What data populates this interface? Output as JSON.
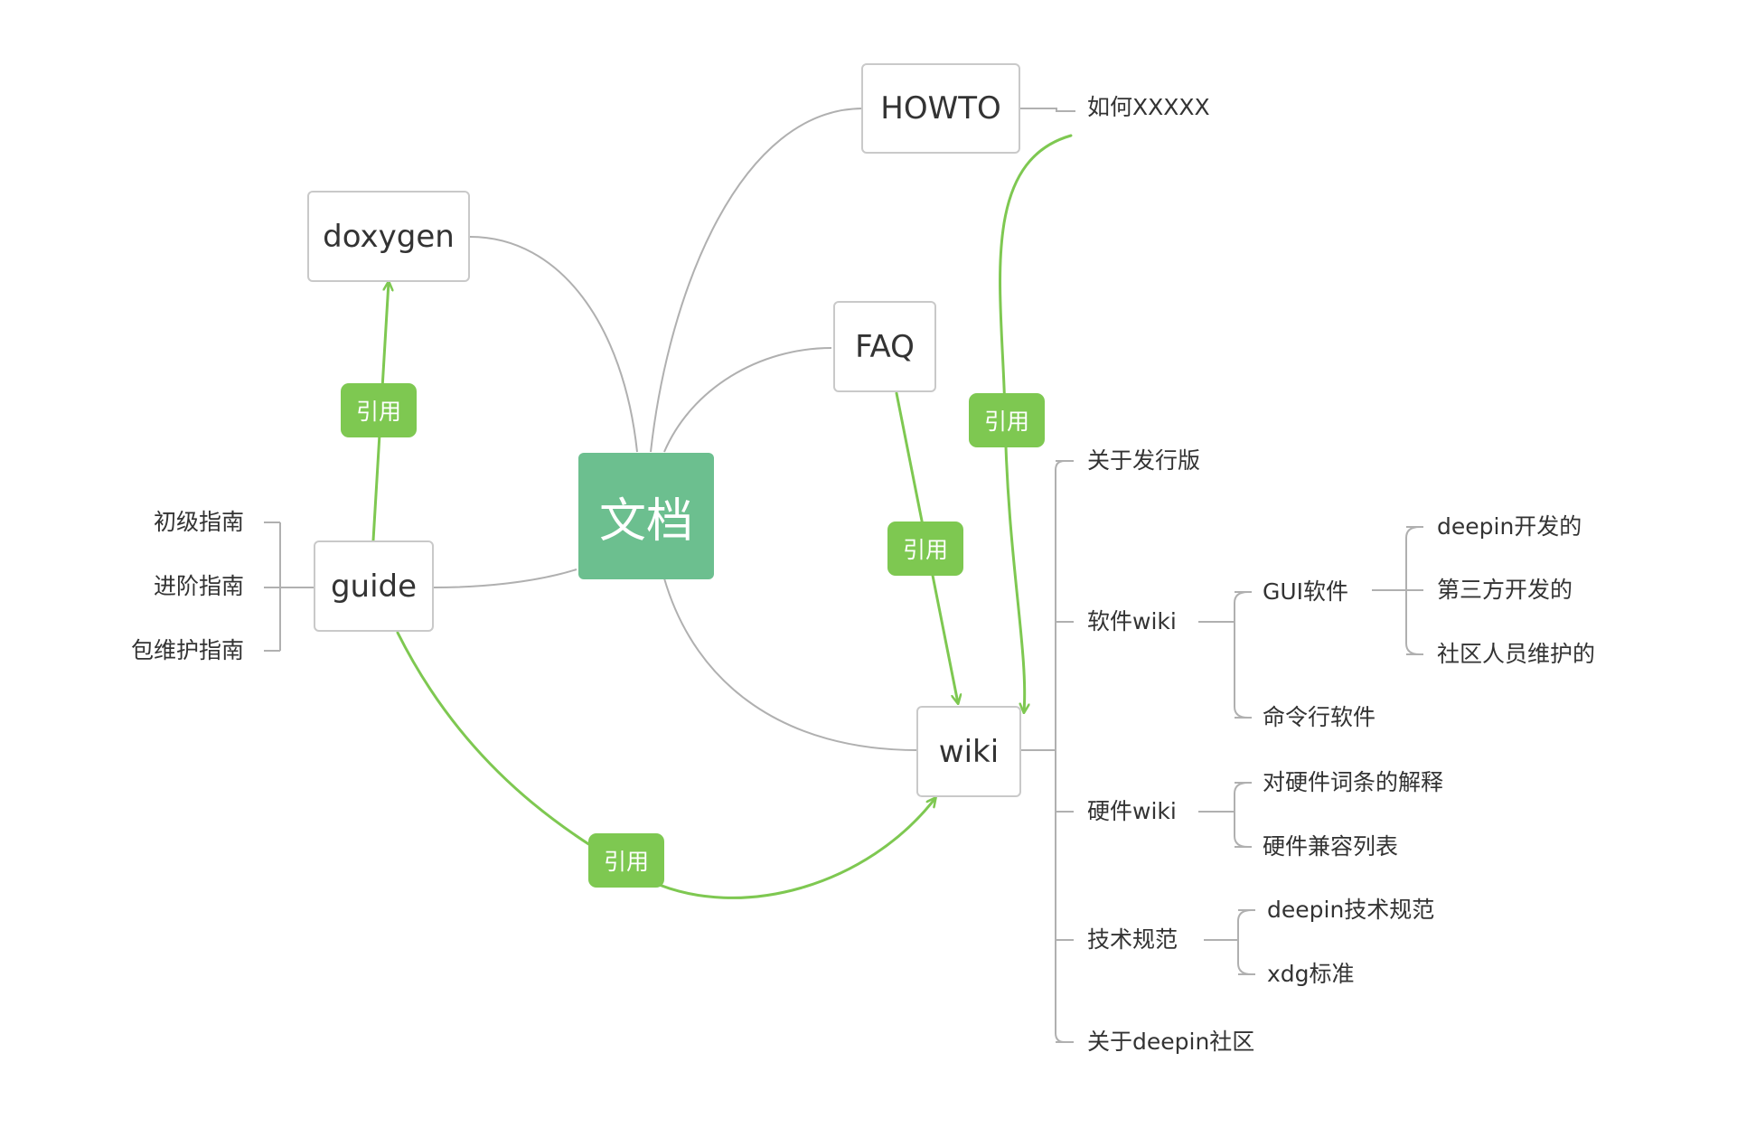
{
  "center": {
    "label": "文档"
  },
  "nodes": {
    "howto": "HOWTO",
    "doxygen": "doxygen",
    "faq": "FAQ",
    "guide": "guide",
    "wiki": "wiki"
  },
  "howto_children": [
    "如何XXXXX"
  ],
  "guide_children": [
    "初级指南",
    "进阶指南",
    "包维护指南"
  ],
  "wiki_children": {
    "about_release": "关于发行版",
    "software_wiki": {
      "label": "软件wiki",
      "gui": {
        "label": "GUI软件",
        "children": [
          "deepin开发的",
          "第三方开发的",
          "社区人员维护的"
        ]
      },
      "cli": "命令行软件"
    },
    "hardware_wiki": {
      "label": "硬件wiki",
      "children": [
        "对硬件词条的解释",
        "硬件兼容列表"
      ]
    },
    "tech_spec": {
      "label": "技术规范",
      "children": [
        "deepin技术规范",
        "xdg标准"
      ]
    },
    "about_community": "关于deepin社区"
  },
  "relations": {
    "guide_doxygen": "引用",
    "howto_wiki": "引用",
    "faq_wiki": "引用",
    "guide_wiki": "引用"
  },
  "colors": {
    "central_fill": "#6cbf8f",
    "relation_green": "#7ec851",
    "branch_gray": "#b0b0b0",
    "box_border": "#c9c9c9"
  }
}
